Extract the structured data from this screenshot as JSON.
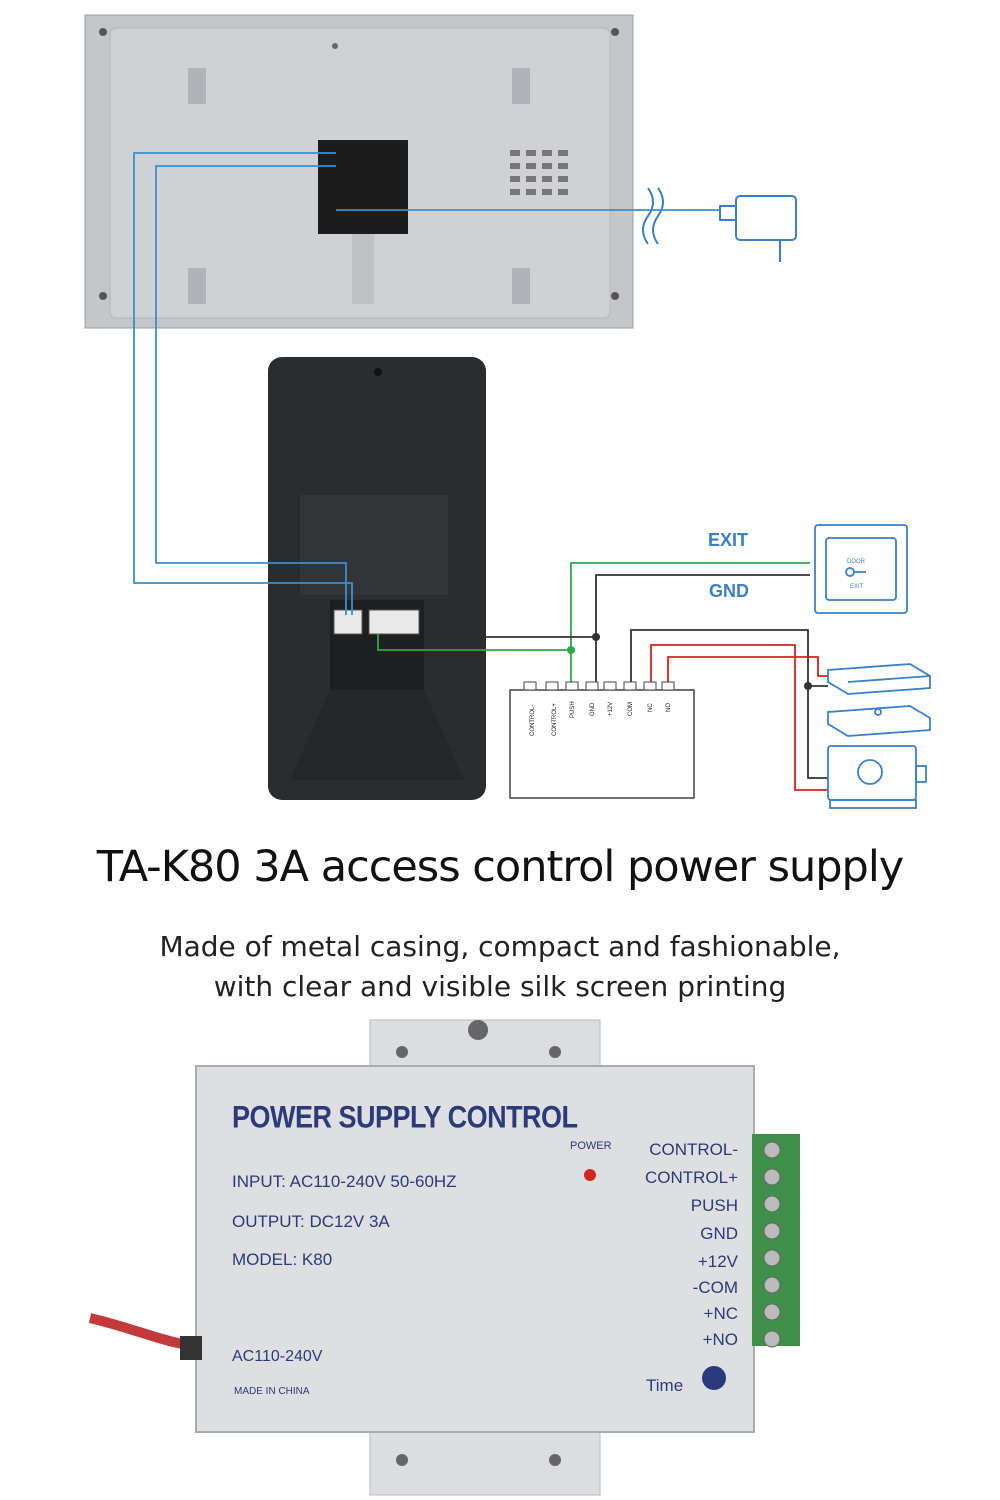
{
  "diagram": {
    "exit_label": "EXIT",
    "gnd_label": "GND",
    "door_button_line1": "DOOR",
    "door_button_line2": "EXIT",
    "terminal_labels": [
      "CONTROL-",
      "CONTROL+",
      "PUSH",
      "GND",
      "+12V",
      "COM",
      "NC",
      "NO"
    ],
    "wire_colors": {
      "blue": "#3a8fd0",
      "green": "#2aa84a",
      "black": "#333333",
      "red": "#d62020"
    }
  },
  "heading": {
    "title": "TA-K80 3A access control power supply",
    "subtitle_line1": "Made of metal casing, compact and fashionable,",
    "subtitle_line2": "with clear and visible silk screen printing"
  },
  "psu": {
    "heading": "POWER SUPPLY CONTROL",
    "input": "INPUT: AC110-240V  50-60HZ",
    "output": "OUTPUT: DC12V   3A",
    "model": "MODEL: K80",
    "ac_label": "AC110-240V",
    "made_in": "MADE IN CHINA",
    "power_label": "POWER",
    "time_label": "Time",
    "terminals": [
      "CONTROL-",
      "CONTROL+",
      "PUSH",
      "GND",
      "+12V",
      "-COM",
      "+NC",
      "+NO"
    ]
  }
}
